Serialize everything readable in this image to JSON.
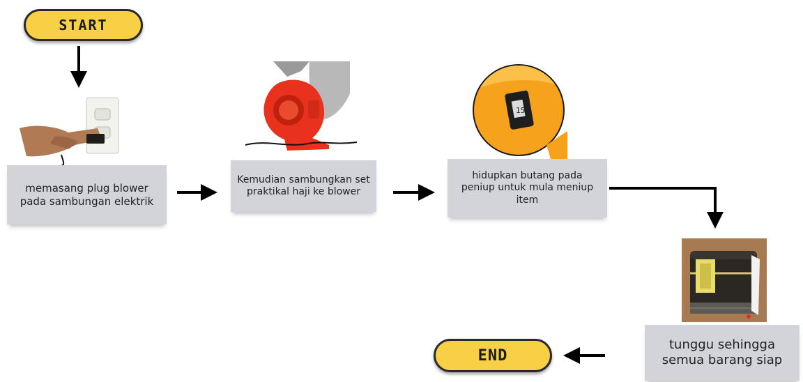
{
  "start_label": "START",
  "end_label": "END",
  "steps": [
    {
      "text": "memasang plug blower pada sambungan elektrik",
      "image": "hand-plugging-into-outlet"
    },
    {
      "text": "Kemudian sambungkan set praktikal haji ke blower",
      "image": "red-blower-fan"
    },
    {
      "text": "hidupkan butang pada peniup untuk mula meniup item",
      "image": "blower-switch-closeup"
    },
    {
      "text": "tunggu sehingga semua barang siap",
      "image": "inflated-kaaba-model"
    }
  ],
  "switch_mark": "15",
  "colors": {
    "pill": "#f7d046",
    "box": "#d3d3da",
    "arrow": "#000000",
    "blower": "#e8321e",
    "switch_body": "#f6a21d"
  }
}
